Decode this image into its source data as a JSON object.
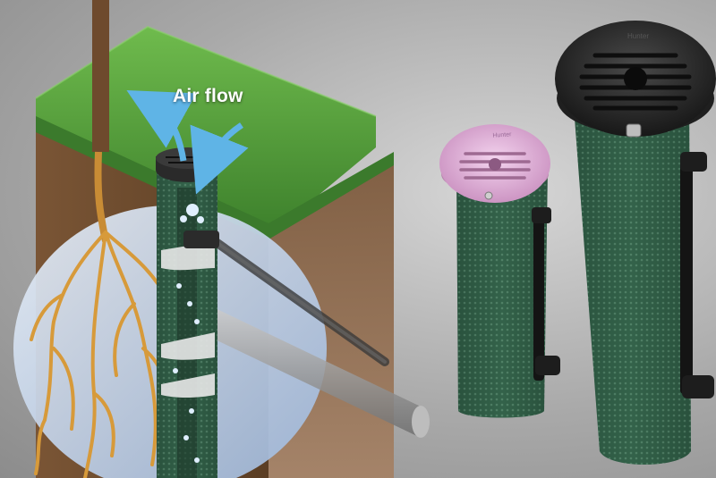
{
  "illustration": {
    "airflow_label": "Air flow"
  },
  "products": {
    "small_cap_logo": "Hunter",
    "large_cap_logo": "Hunter"
  },
  "colors": {
    "grass": "#4f9a3a",
    "soil": "#6b4a2e",
    "tube_green": "#2f5b44",
    "pink_cap": "#e8b9df",
    "black_cap": "#2a2a2a",
    "root": "#d79a3a",
    "airflow_arrow": "#5fb4e6"
  }
}
